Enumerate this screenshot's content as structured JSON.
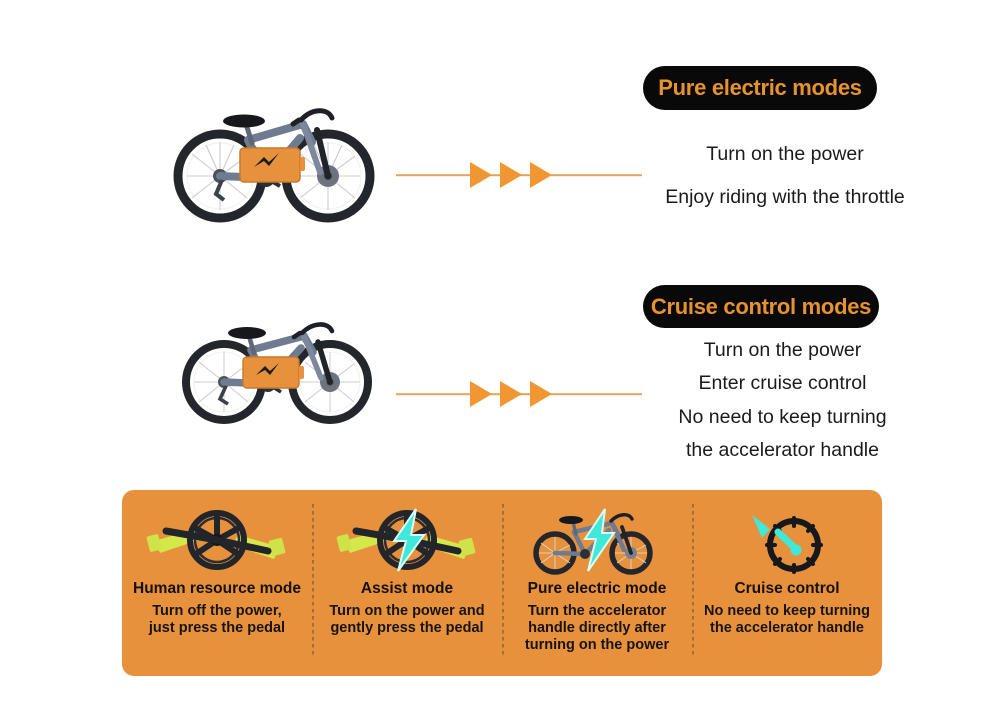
{
  "page": {
    "background_color": "#ffffff",
    "accent_orange": "#e8913d",
    "badge_bg": "#090909",
    "badge_text_color": "#e8922e",
    "arrow_color": "#f09633",
    "bolt_color": "#3fe8d8"
  },
  "sections": [
    {
      "id": "pure-electric",
      "badge_label": "Pure electric modes",
      "bike_icon": "electric-mountain-bike",
      "arrows": {
        "icon": "triangle-right-icon",
        "count": 3
      },
      "lines": [
        "Turn on the power",
        "Enjoy riding with the throttle"
      ]
    },
    {
      "id": "cruise-control",
      "badge_label": "Cruise control modes",
      "bike_icon": "electric-mountain-bike",
      "arrows": {
        "icon": "triangle-right-icon",
        "count": 3
      },
      "lines": [
        "Turn on the power",
        "Enter cruise control",
        "No need to keep turning",
        "the accelerator handle"
      ]
    }
  ],
  "mode_panel": {
    "background_color": "#e8913d",
    "modes": [
      {
        "icon": "crankset-icon",
        "title": "Human resource mode",
        "desc_lines": [
          "Turn off the power,",
          "just press the pedal"
        ]
      },
      {
        "icon": "crankset-bolt-icon",
        "title": "Assist mode",
        "desc_lines": [
          "Turn on the power and",
          "gently press the pedal"
        ]
      },
      {
        "icon": "bike-bolt-icon",
        "title": "Pure electric mode",
        "desc_lines": [
          "Turn the accelerator",
          "handle directly after",
          "turning on the power"
        ]
      },
      {
        "icon": "speedometer-icon",
        "title": "Cruise control",
        "desc_lines": [
          "No need to keep turning",
          "the accelerator handle"
        ]
      }
    ]
  }
}
